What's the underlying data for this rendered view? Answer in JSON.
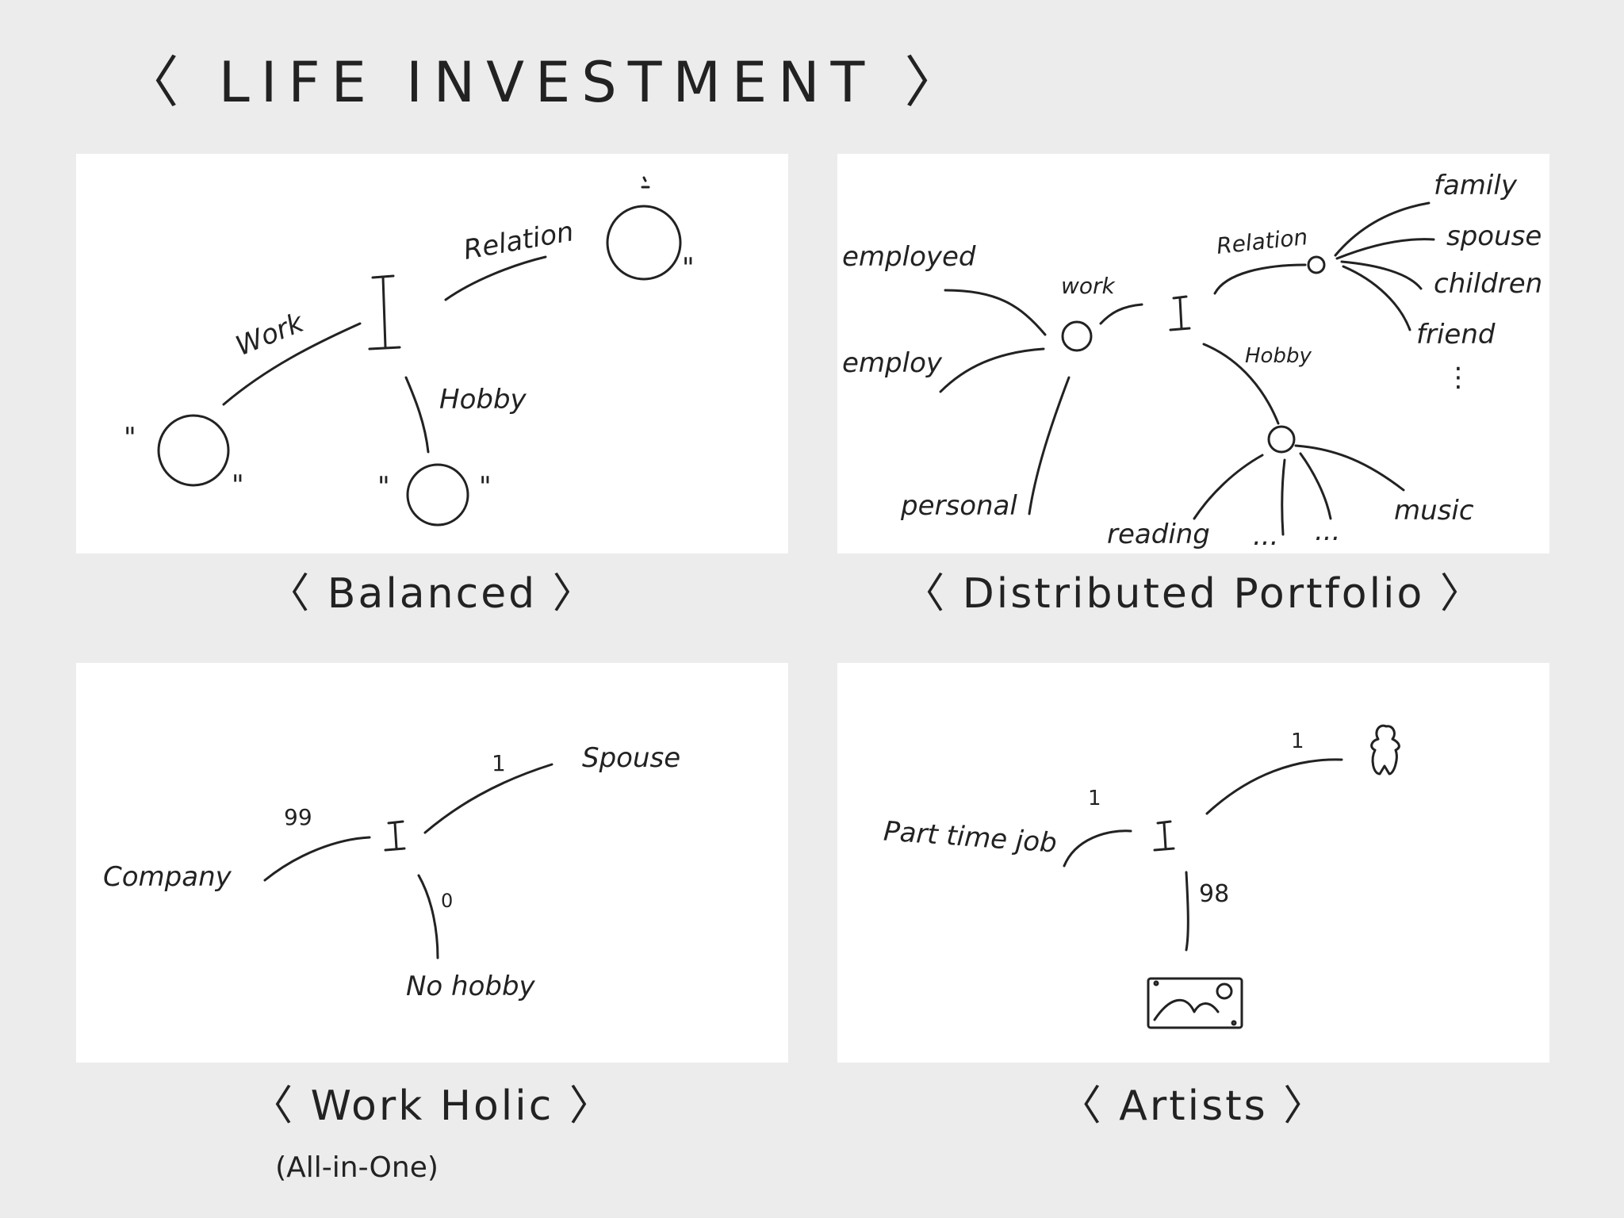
{
  "title": "〈 LIFE INVESTMENT 〉",
  "panels": {
    "balanced": {
      "center": "I",
      "labels": {
        "work": "Work",
        "relation": "Relation",
        "hobby": "Hobby"
      },
      "quote": "\"",
      "caption": "〈 Balanced 〉"
    },
    "distributed": {
      "center": "I",
      "labels": {
        "work": "work",
        "relation": "Relation",
        "hobby": "Hobby",
        "employed": "employed",
        "employ": "employ",
        "personal": "personal",
        "family": "family",
        "spouse": "spouse",
        "children": "children",
        "friend": "friend",
        "vdots": "⋮",
        "reading": "reading",
        "dots1": "...",
        "dots2": "...",
        "music": "music"
      },
      "caption": "〈 Distributed Portfolio 〉"
    },
    "workholic": {
      "center": "I",
      "labels": {
        "company": "Company",
        "company_value": "99",
        "spouse": "Spouse",
        "spouse_value": "1",
        "hobby": "No hobby",
        "hobby_value": "0"
      },
      "caption": "〈 Work Holic 〉",
      "subcaption": "(All-in-One)"
    },
    "artists": {
      "center": "I",
      "labels": {
        "job": "Part time job",
        "job_value": "1",
        "person_value": "1",
        "art_value": "98"
      },
      "icons": [
        "person-icon",
        "painting-icon"
      ],
      "caption": "〈 Artists 〉"
    }
  }
}
